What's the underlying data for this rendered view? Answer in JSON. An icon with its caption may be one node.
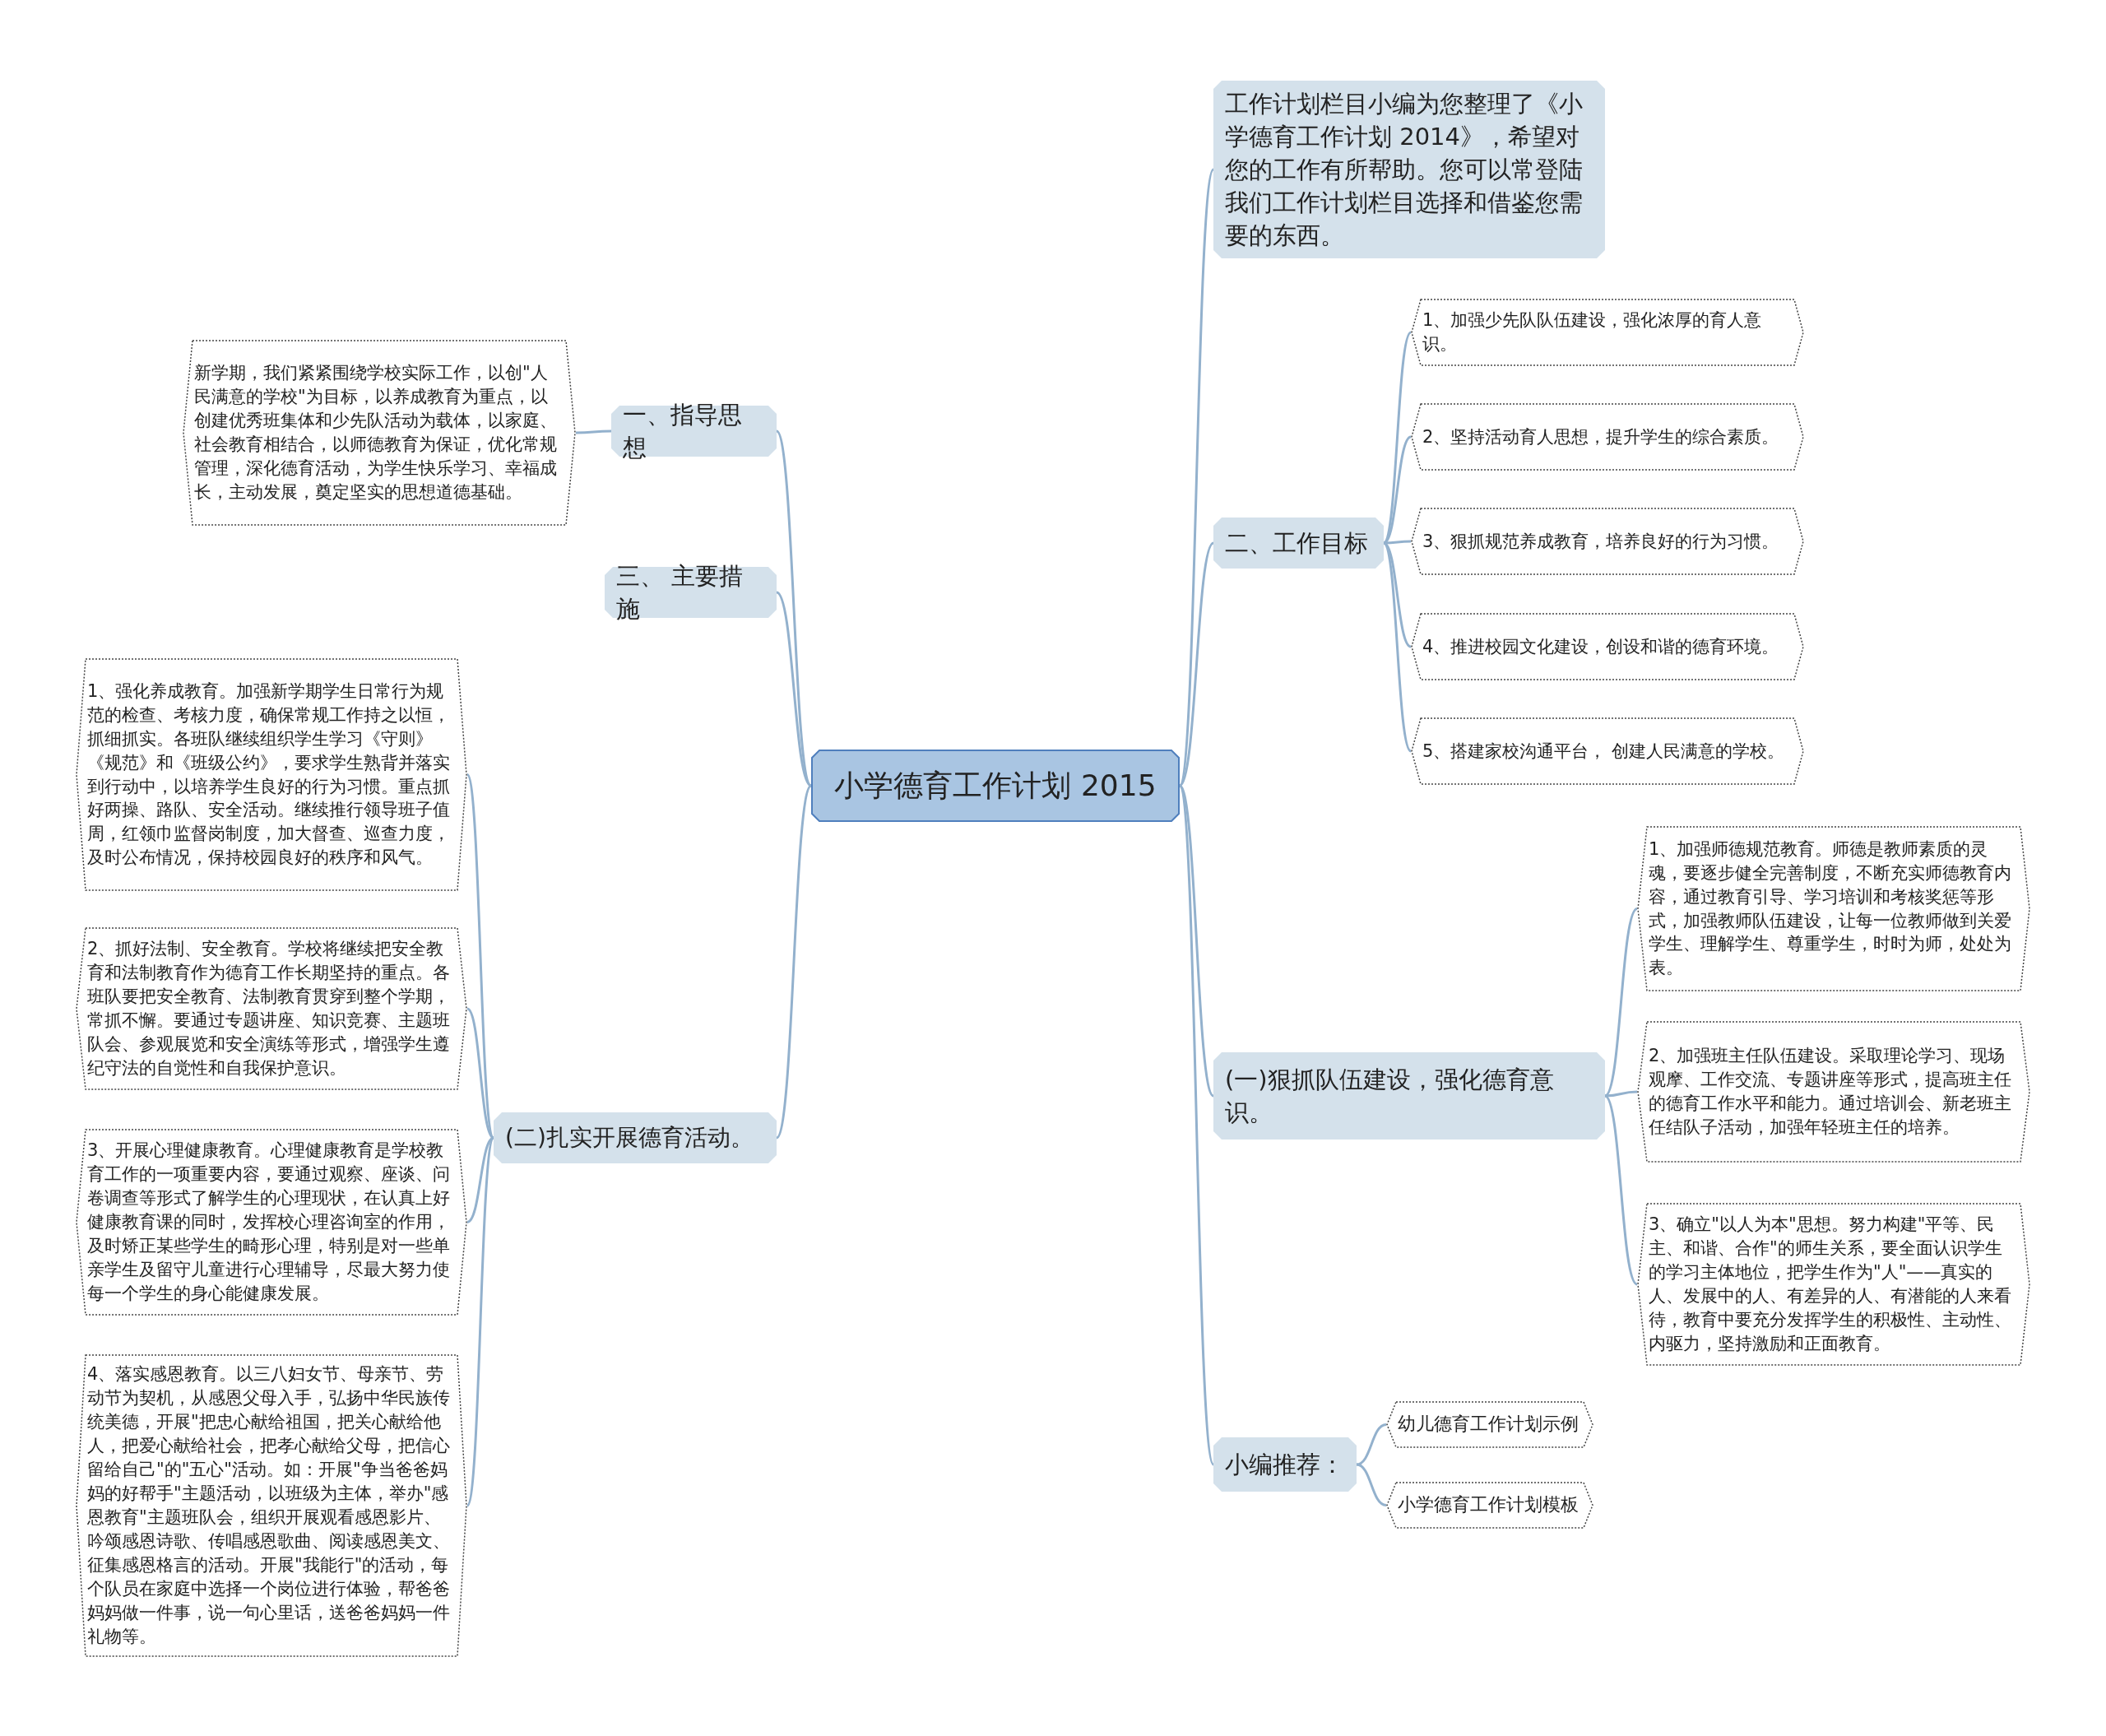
{
  "diagram": {
    "nodes": [
      {
        "text": [
          "小学德育工作计划 2015"
        ]
      },
      {
        "text": [
          "一、指导思想"
        ]
      },
      {
        "text": [
          "新学期，我们紧紧围绕学校实际工作，以创\"人民满意的学校\"为目标，以养成教育为重点，以创建优秀班集体和少先队活动为载体，以家庭、社会教育相结合，以师德教育为保证，优化常规管理，深化德育活动，为学生快乐学习、幸福成长，主动发展，奠定坚实的思想道德基础。"
        ]
      },
      {
        "text": [
          "三、 主要措施"
        ]
      },
      {
        "text": [
          "(二)扎实开展德育活动。"
        ]
      },
      {
        "text": [
          "1、强化养成教育。加强新学期学生日常行为规范的检查、考核力度，确保常规工作持之以恒，抓细抓实。各班队继续组织学生学习《守则》《规范》和《班级公约》，要求学生熟背并落实到行动中，以培养学生良好的行为习惯。重点抓好两操、路队、安全活动。继续推行领导班子值周，红领巾监督岗制度，加大督查、巡查力度，及时公布情况，保持校园良好的秩序和风气。"
        ]
      },
      {
        "text": [
          "2、抓好法制、安全教育。学校将继续把安全教育和法制教育作为德育工作长期坚持的重点。各班队要把安全教育、法制教育贯穿到整个学期，常抓不懈。要通过专题讲座、知识竞赛、主题班队会、参观展览和安全演练等形式，增强学生遵纪守法的自觉性和自我保护意识。"
        ]
      },
      {
        "text": [
          "3、开展心理健康教育。心理健康教育是学校教育工作的一项重要内容，要通过观察、座谈、问卷调查等形式了解学生的心理现状，在认真上好健康教育课的同时，发挥校心理咨询室的作用，及时矫正某些学生的畸形心理，特别是对一些单亲学生及留守儿童进行心理辅导，尽最大努力使每一个学生的身心能健康发展。"
        ]
      },
      {
        "text": [
          "4、落实感恩教育。以三八妇女节、母亲节、劳动节为契机，从感恩父母入手，弘扬中华民族传统美德，开展\"把忠心献给祖国，把关心献给他人，把爱心献给社会，把孝心献给父母，把信心留给自己\"的\"五心\"活动。如：开展\"争当爸爸妈妈的好帮手\"主题活动，以班级为主体，举办\"感恩教育\"主题班队会，组织开展观看感恩影片、吟颂感恩诗歌、传唱感恩歌曲、阅读感恩美文、征集感恩格言的活动。开展\"我能行\"的活动，每个队员在家庭中选择一个岗位进行体验，帮爸爸妈妈做一件事，说一句心里话，送爸爸妈妈一件礼物等。"
        ]
      },
      {
        "text": [
          "工作计划栏目小编为您整理了《小学德育工作计划 2014》，希望对您的工作有所帮助。您可以常登陆我们工作计划栏目选择和借鉴您需要的东西。"
        ]
      },
      {
        "text": [
          "二、工作目标"
        ]
      },
      {
        "text": [
          "1、加强少先队队伍建设，强化浓厚的育人意识。"
        ]
      },
      {
        "text": [
          "2、坚持活动育人思想，提升学生的综合素质。"
        ]
      },
      {
        "text": [
          "3、狠抓规范养成教育，培养良好的行为习惯。"
        ]
      },
      {
        "text": [
          "4、推进校园文化建设，创设和谐的德育环境。"
        ]
      },
      {
        "text": [
          "5、搭建家校沟通平台， 创建人民满意的学校。"
        ]
      },
      {
        "text": [
          "(一)狠抓队伍建设，强化德育意识。"
        ]
      },
      {
        "text": [
          "1、加强师德规范教育。师德是教师素质的灵魂，要逐步健全完善制度，不断充实师德教育内容，通过教育引导、学习培训和考核奖惩等形式，加强教师队伍建设，让每一位教师做到关爱学生、理解学生、尊重学生，时时为师，处处为表。"
        ]
      },
      {
        "text": [
          "2、加强班主任队伍建设。采取理论学习、现场观摩、工作交流、专题讲座等形式，提高班主任的德育工作水平和能力。通过培训会、新老班主任结队子活动，加强年轻班主任的培养。"
        ]
      },
      {
        "text": [
          "3、确立\"以人为本\"思想。努力构建\"平等、民主、和谐、合作\"的师生关系，要全面认识学生的学习主体地位，把学生作为\"人\"——真实的人、发展中的人、有差异的人、有潜能的人来看待，教育中要充分发挥学生的积极性、主动性、内驱力，坚持激励和正面教育。"
        ]
      },
      {
        "text": [
          "小编推荐："
        ]
      },
      {
        "text": [
          "幼儿德育工作计划示例"
        ]
      },
      {
        "text": [
          "小学德育工作计划模板"
        ]
      }
    ],
    "edges": [
      {
        "from": 0,
        "to": 1,
        "arrow": "none"
      },
      {
        "from": 1,
        "to": 2,
        "arrow": "none"
      },
      {
        "from": 0,
        "to": 3,
        "arrow": "none"
      },
      {
        "from": 0,
        "to": 4,
        "arrow": "none"
      },
      {
        "from": 4,
        "to": 5,
        "arrow": "none"
      },
      {
        "from": 4,
        "to": 6,
        "arrow": "none"
      },
      {
        "from": 4,
        "to": 7,
        "arrow": "none"
      },
      {
        "from": 4,
        "to": 8,
        "arrow": "none"
      },
      {
        "from": 0,
        "to": 9,
        "arrow": "none"
      },
      {
        "from": 0,
        "to": 10,
        "arrow": "none"
      },
      {
        "from": 10,
        "to": 11,
        "arrow": "none"
      },
      {
        "from": 10,
        "to": 12,
        "arrow": "none"
      },
      {
        "from": 10,
        "to": 13,
        "arrow": "none"
      },
      {
        "from": 10,
        "to": 14,
        "arrow": "none"
      },
      {
        "from": 10,
        "to": 15,
        "arrow": "none"
      },
      {
        "from": 0,
        "to": 16,
        "arrow": "none"
      },
      {
        "from": 16,
        "to": 17,
        "arrow": "none"
      },
      {
        "from": 16,
        "to": 18,
        "arrow": "none"
      },
      {
        "from": 16,
        "to": 19,
        "arrow": "none"
      },
      {
        "from": 0,
        "to": 20,
        "arrow": "none"
      },
      {
        "from": 20,
        "to": 21,
        "arrow": "none"
      },
      {
        "from": 20,
        "to": 22,
        "arrow": "none"
      }
    ]
  }
}
